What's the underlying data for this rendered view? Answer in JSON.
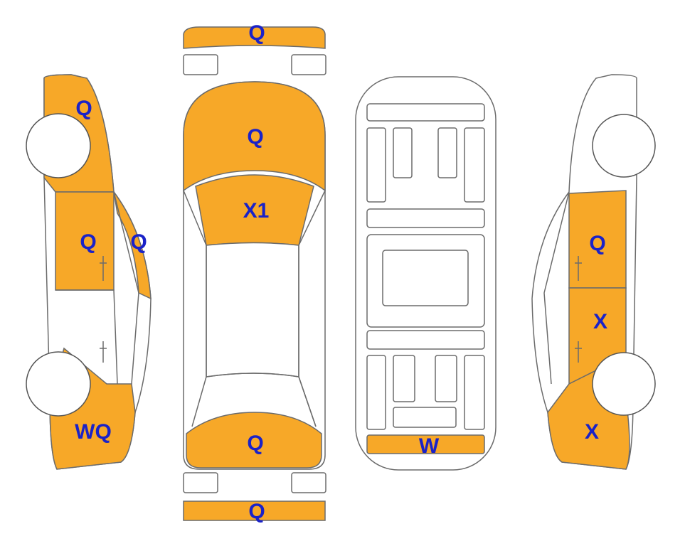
{
  "colors": {
    "damaged_panel": "#f7a828",
    "label": "#1a22c8",
    "outline": "#6b6b6b"
  },
  "labels": {
    "front_bumper": "Q",
    "hood": "Q",
    "windshield": "X1",
    "trunk": "Q",
    "rear_bumper": "Q",
    "underbody_rear": "W",
    "left_top": "Q",
    "left_front_door": "Q",
    "left_pillar": "Q",
    "left_rear": "WQ",
    "right_front_door": "Q",
    "right_rear_door": "X",
    "right_rear": "X"
  }
}
